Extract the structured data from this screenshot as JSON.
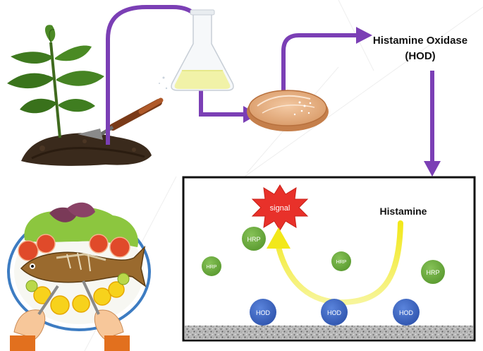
{
  "labels": {
    "enzyme_line1": "Histamine Oxidase",
    "enzyme_line2": "(HOD)",
    "signal": "signal",
    "analyte": "Histamine"
  },
  "particles": {
    "hrp": [
      "HRP",
      "HRP",
      "HRP",
      "HRP"
    ],
    "hod": [
      "HOD",
      "HOD",
      "HOD"
    ]
  },
  "icons": {
    "plant": "plant-in-soil-icon",
    "flask": "erlenmeyer-flask-icon",
    "dish": "petri-dish-icon",
    "food": "fish-salad-plate-icon"
  },
  "colors": {
    "arrow": "#7b3fb5",
    "hrp": "#6aaa3a",
    "hod": "#3c64c0",
    "signal": "#e8312a",
    "yellow_arrow": "#f2ef2a",
    "frame": "#111111"
  }
}
